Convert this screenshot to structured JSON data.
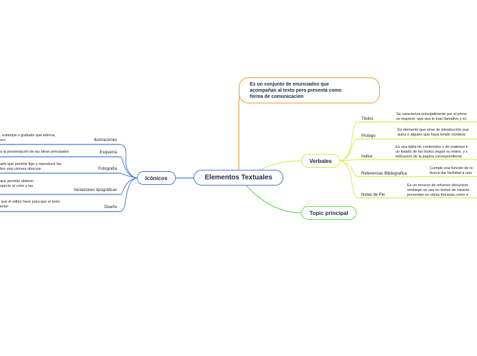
{
  "central": "Elementos Textuales",
  "description": "Es un conjunto de enunciados que\nacompañan al texto pero presenta como\nforma de comunicacion",
  "iconicos": {
    "label": "Icónicos",
    "items": [
      {
        "label": "Ilustraciones",
        "text": ", estampa o grabado que adorna,\nuro"
      },
      {
        "label": "Esquema",
        "text": "a la presentación de las ideas principales"
      },
      {
        "label": "Fotografía",
        "text": "arte que permite fijar y reproducir las\nbre una cámara obscura"
      },
      {
        "label": "Variaciones tipograficas",
        "text": "que permite obtener\nspecto al color y las"
      },
      {
        "label": "Diseño",
        "text": " que el editor hace para que el texto\nector"
      }
    ]
  },
  "verbales": {
    "label": "Verbales",
    "items": [
      {
        "label": "Titulos",
        "text": "Se caracteriza principalmente por el prime\nse requiere  que sea lo mas llamativo y ex"
      },
      {
        "label": "Prologo",
        "text": "Es elemento que sirve de introducción pue\nautor o alguien que haya tenido contacto"
      },
      {
        "label": "Indice",
        "text": "Es una tabla de contenidos o de materias e\nun listado de los títulos según su orden, y c\nindicación de la pagina correspondiente"
      },
      {
        "label": "Referencias Bibliografica",
        "text": "Cumple una función de re\nbusca dar facilidad a una"
      },
      {
        "label": "Notas de Pie",
        "text": "Es un recurso de refuerzo discursivo\nembargo se usa en textos de caracte\npresentan en obras literarias como e"
      }
    ]
  },
  "topic": "Topic principal",
  "colors": {
    "blue": "#3d7ad0",
    "yellow": "#d9e84c",
    "green": "#5fe04a",
    "orange": "#f39a21"
  }
}
